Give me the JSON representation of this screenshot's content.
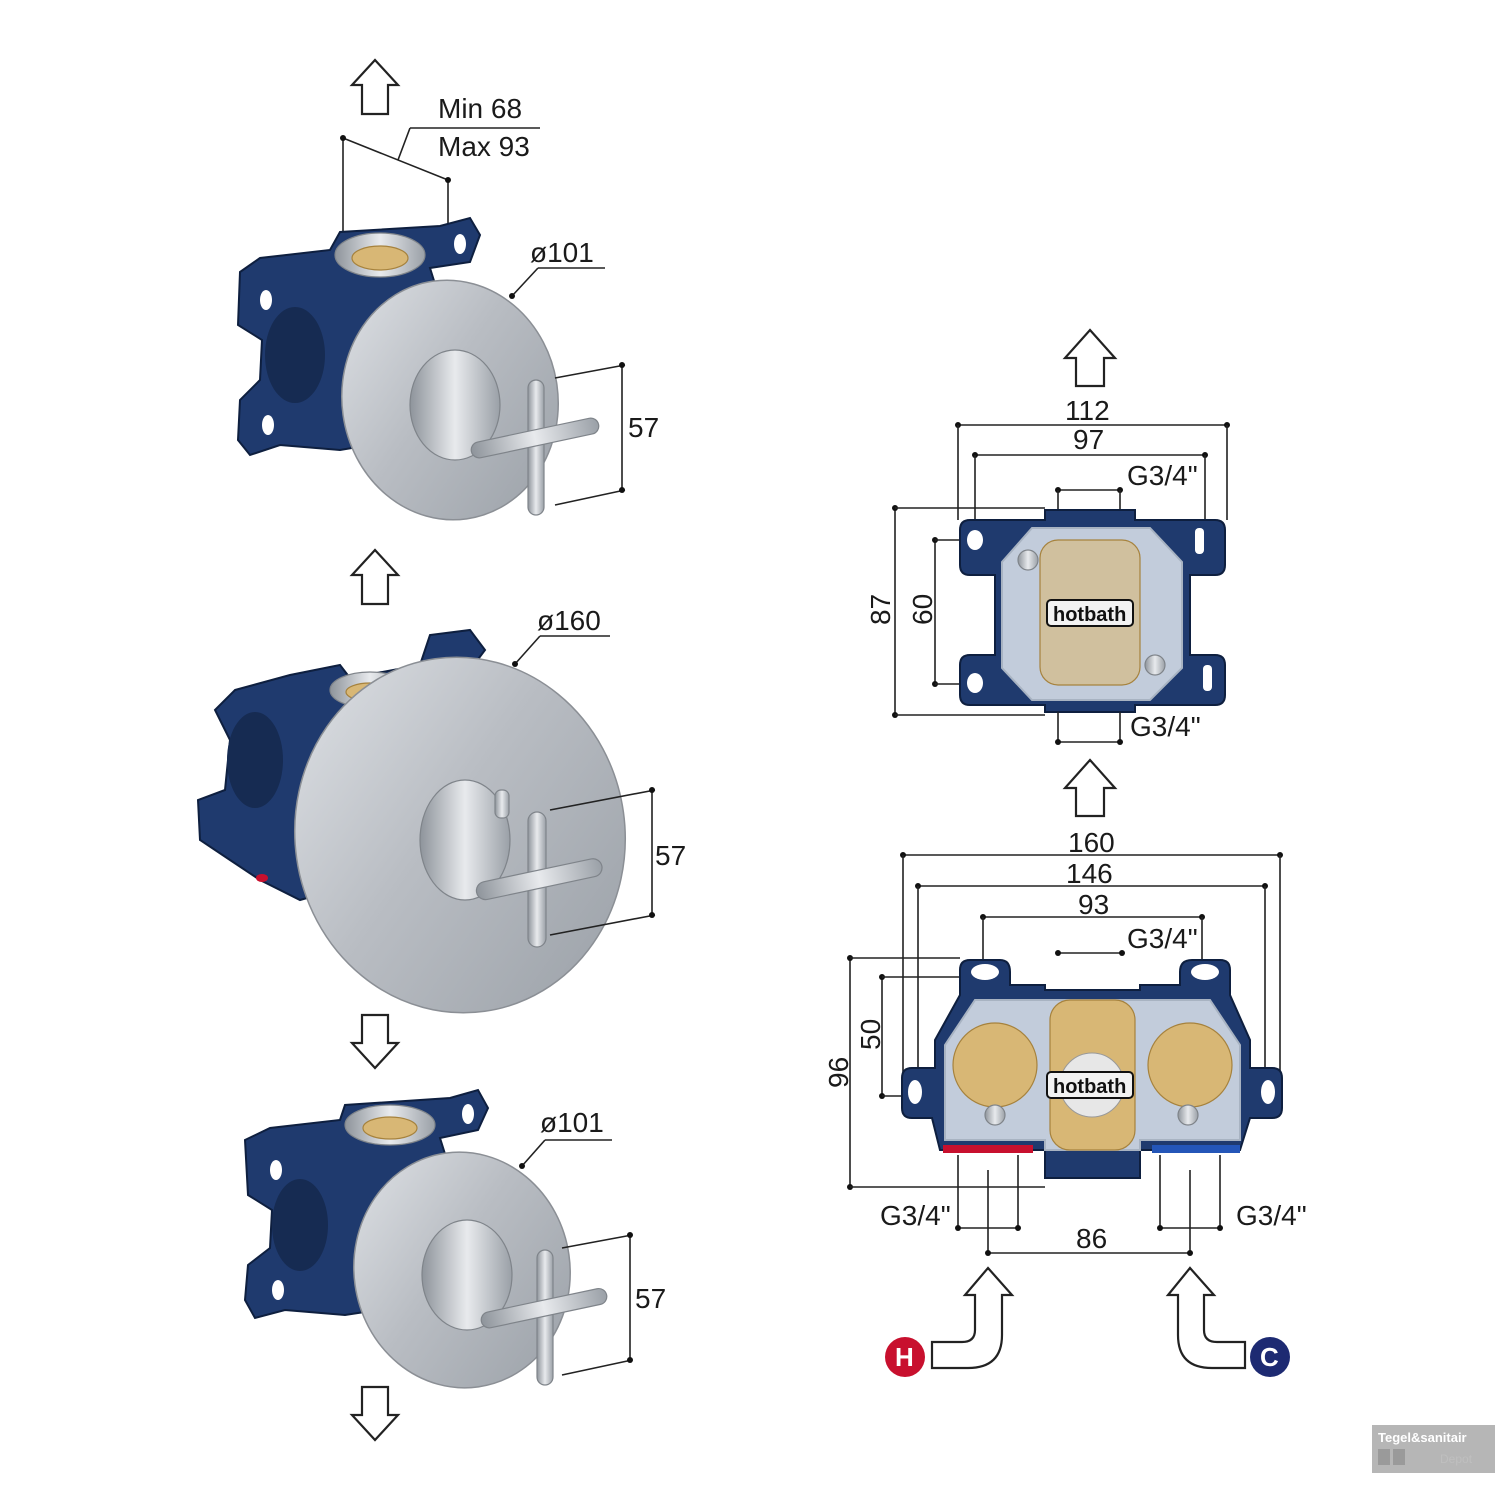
{
  "dimensions": {
    "top_view": {
      "min_depth": "Min 68",
      "max_depth": "Max 93",
      "plate_diameter": "ø101",
      "handle_height": "57"
    },
    "middle_view": {
      "plate_diameter": "ø160",
      "handle_height": "57"
    },
    "bottom_view": {
      "plate_diameter": "ø101",
      "handle_height": "57"
    },
    "box_small": {
      "width_outer": "112",
      "width_inner": "97",
      "thread_top": "G3/4\"",
      "height_outer": "87",
      "height_inner": "60",
      "thread_bottom": "G3/4\""
    },
    "box_large": {
      "width_outer": "160",
      "width_mid": "146",
      "width_inner": "93",
      "thread_top": "G3/4\"",
      "height_outer": "96",
      "height_inner": "50",
      "thread_left": "G3/4\"",
      "thread_right": "G3/4\"",
      "inlet_spacing": "86"
    }
  },
  "brand_label": "hotbath",
  "inlets": {
    "hot": "H",
    "cold": "C"
  },
  "watermark": {
    "line1": "Tegel&sanitair",
    "line2": "Depot"
  },
  "colors": {
    "body": "#1f3a6e",
    "hot": "#c8102e",
    "cold": "#1d2a72"
  }
}
